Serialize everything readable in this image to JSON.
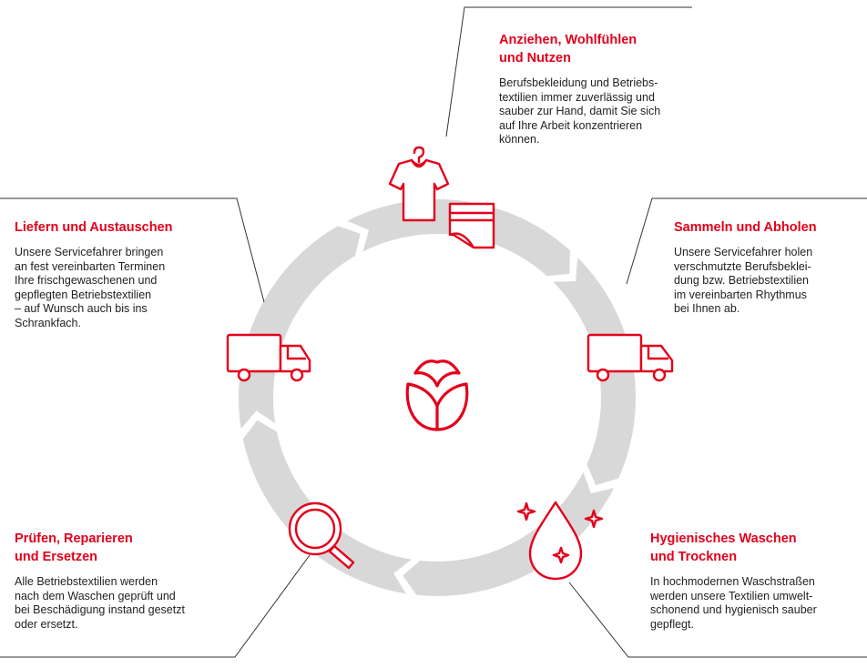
{
  "colors": {
    "accent": "#e3001b",
    "ring": "#d8d8d8",
    "text": "#222222",
    "line": "#333333"
  },
  "steps": [
    {
      "id": "wear",
      "title": "Anziehen, Wohlfühlen\nund Nutzen",
      "text": "Berufsbekleidung und Betriebs-\ntextilien immer zuverlässig und\nsauber zur Hand, damit Sie sich\nauf Ihre Arbeit konzentrieren\nkönnen.",
      "icons": [
        "shirt-hanger-icon",
        "folded-towel-icon"
      ]
    },
    {
      "id": "collect",
      "title": "Sammeln und Abholen",
      "text": "Unsere Servicefahrer holen\nverschmutzte Berufsbeklei-\ndung bzw. Betriebstextilien\nim vereinbarten Rhythmus\nbei Ihnen ab.",
      "icons": [
        "truck-icon"
      ]
    },
    {
      "id": "wash",
      "title": "Hygienisches Waschen\nund Trocknen",
      "text": "In hochmodernen Waschstraßen\nwerden unsere Textilien umwelt-\nschonend und hygienisch sauber\ngepflegt.",
      "icons": [
        "water-drop-sparkle-icon"
      ]
    },
    {
      "id": "check",
      "title": "Prüfen, Reparieren\nund Ersetzen",
      "text": "Alle Betriebstextilien werden\nnach dem Waschen geprüft und\nbei Beschädigung instand gesetzt\noder ersetzt.",
      "icons": [
        "magnifier-icon"
      ]
    },
    {
      "id": "deliver",
      "title": "Liefern und Austauschen",
      "text": "Unsere Servicefahrer bringen\nan fest vereinbarten Terminen\nIhre frischgewaschenen und\ngepflegten Betriebstextilien\n– auf Wunsch auch bis ins\nSchrankfach.",
      "icons": [
        "truck-icon"
      ]
    }
  ],
  "center_icon": "tulip-logo-icon"
}
